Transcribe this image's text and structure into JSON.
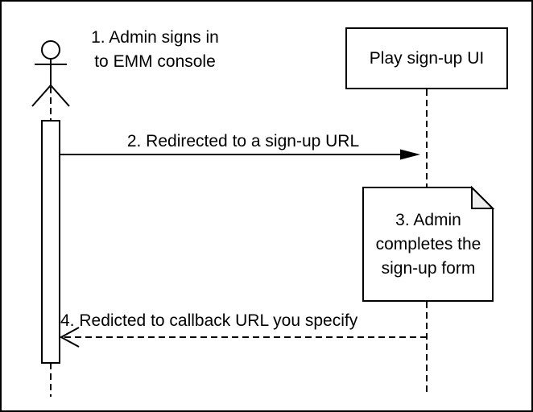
{
  "diagram": {
    "type": "sequence",
    "participants": {
      "admin_actor": {
        "icon": "actor-stick-figure",
        "label": ""
      },
      "play_signup_ui": {
        "label": "Play sign-up UI"
      }
    },
    "steps": {
      "step1": "1. Admin signs in\nto EMM console",
      "step2": "2. Redirected to a sign-up URL",
      "step3_note": "3. Admin\ncompletes the\nsign-up form",
      "step4": "4. Redicted to callback URL you specify"
    },
    "colors": {
      "stroke": "#000000",
      "background": "#ffffff",
      "note_fold_fill": "#eeeeee"
    }
  }
}
